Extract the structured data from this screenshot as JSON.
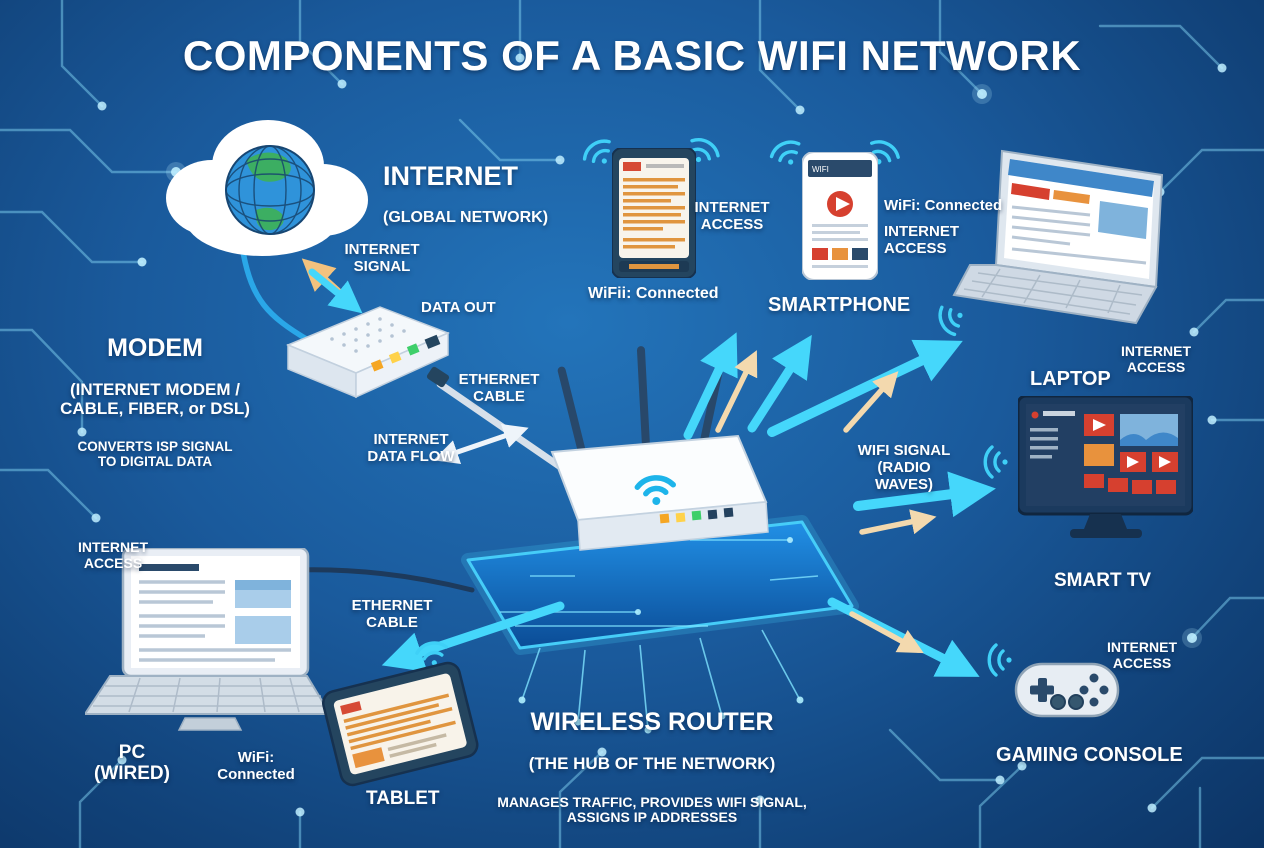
{
  "title": "COMPONENTS OF A BASIC WIFI NETWORK",
  "nodes": {
    "internet": {
      "label": "INTERNET",
      "sublabel": "(GLOBAL NETWORK)"
    },
    "modem": {
      "label": "MODEM",
      "sublabel": "(INTERNET MODEM /\nCABLE, FIBER, or DSL)",
      "desc": "CONVERTS ISP SIGNAL\nTO DIGITAL DATA"
    },
    "router": {
      "label": "WIRELESS ROUTER",
      "sublabel": "(THE HUB OF THE NETWORK)",
      "desc": "MANAGES TRAFFIC, PROVIDES WIFI SIGNAL,\nASSIGNS IP ADDRESSES"
    },
    "ereader": {
      "status": "WiFii: Connected",
      "access": "INTERNET\nACCESS"
    },
    "smartphone": {
      "label": "SMARTPHONE",
      "status": "WiFi: Connected",
      "access": "INTERNET\nACCESS",
      "screen_header": "WIFI"
    },
    "laptop": {
      "label": "LAPTOP",
      "access": "INTERNET\nACCESS"
    },
    "smarttv": {
      "label": "SMART TV"
    },
    "console": {
      "label": "GAMING CONSOLE",
      "access": "INTERNET\nACCESS"
    },
    "pc": {
      "label": "PC\n(WIRED)",
      "access": "INTERNET\nACCESS"
    },
    "tablet": {
      "label": "TABLET",
      "status": "WiFi:\nConnected"
    }
  },
  "connections": {
    "internet_signal": "INTERNET\nSIGNAL",
    "data_out": "DATA OUT",
    "ethernet_cable_top": "ETHERNET\nCABLE",
    "internet_data_flow": "INTERNET\nDATA FLOW",
    "wifi_signal": "WIFI SIGNAL\n(RADIO WAVES)",
    "ethernet_cable_left": "ETHERNET\nCABLE"
  },
  "colors": {
    "arrow_cyan": "#45d7fb",
    "arrow_tan": "#f3d9ae",
    "arrow_orange": "#f3c27e",
    "platform_blue": "#1e8ae0",
    "circuit_line": "#7fd0f0",
    "text": "#ffffff"
  }
}
